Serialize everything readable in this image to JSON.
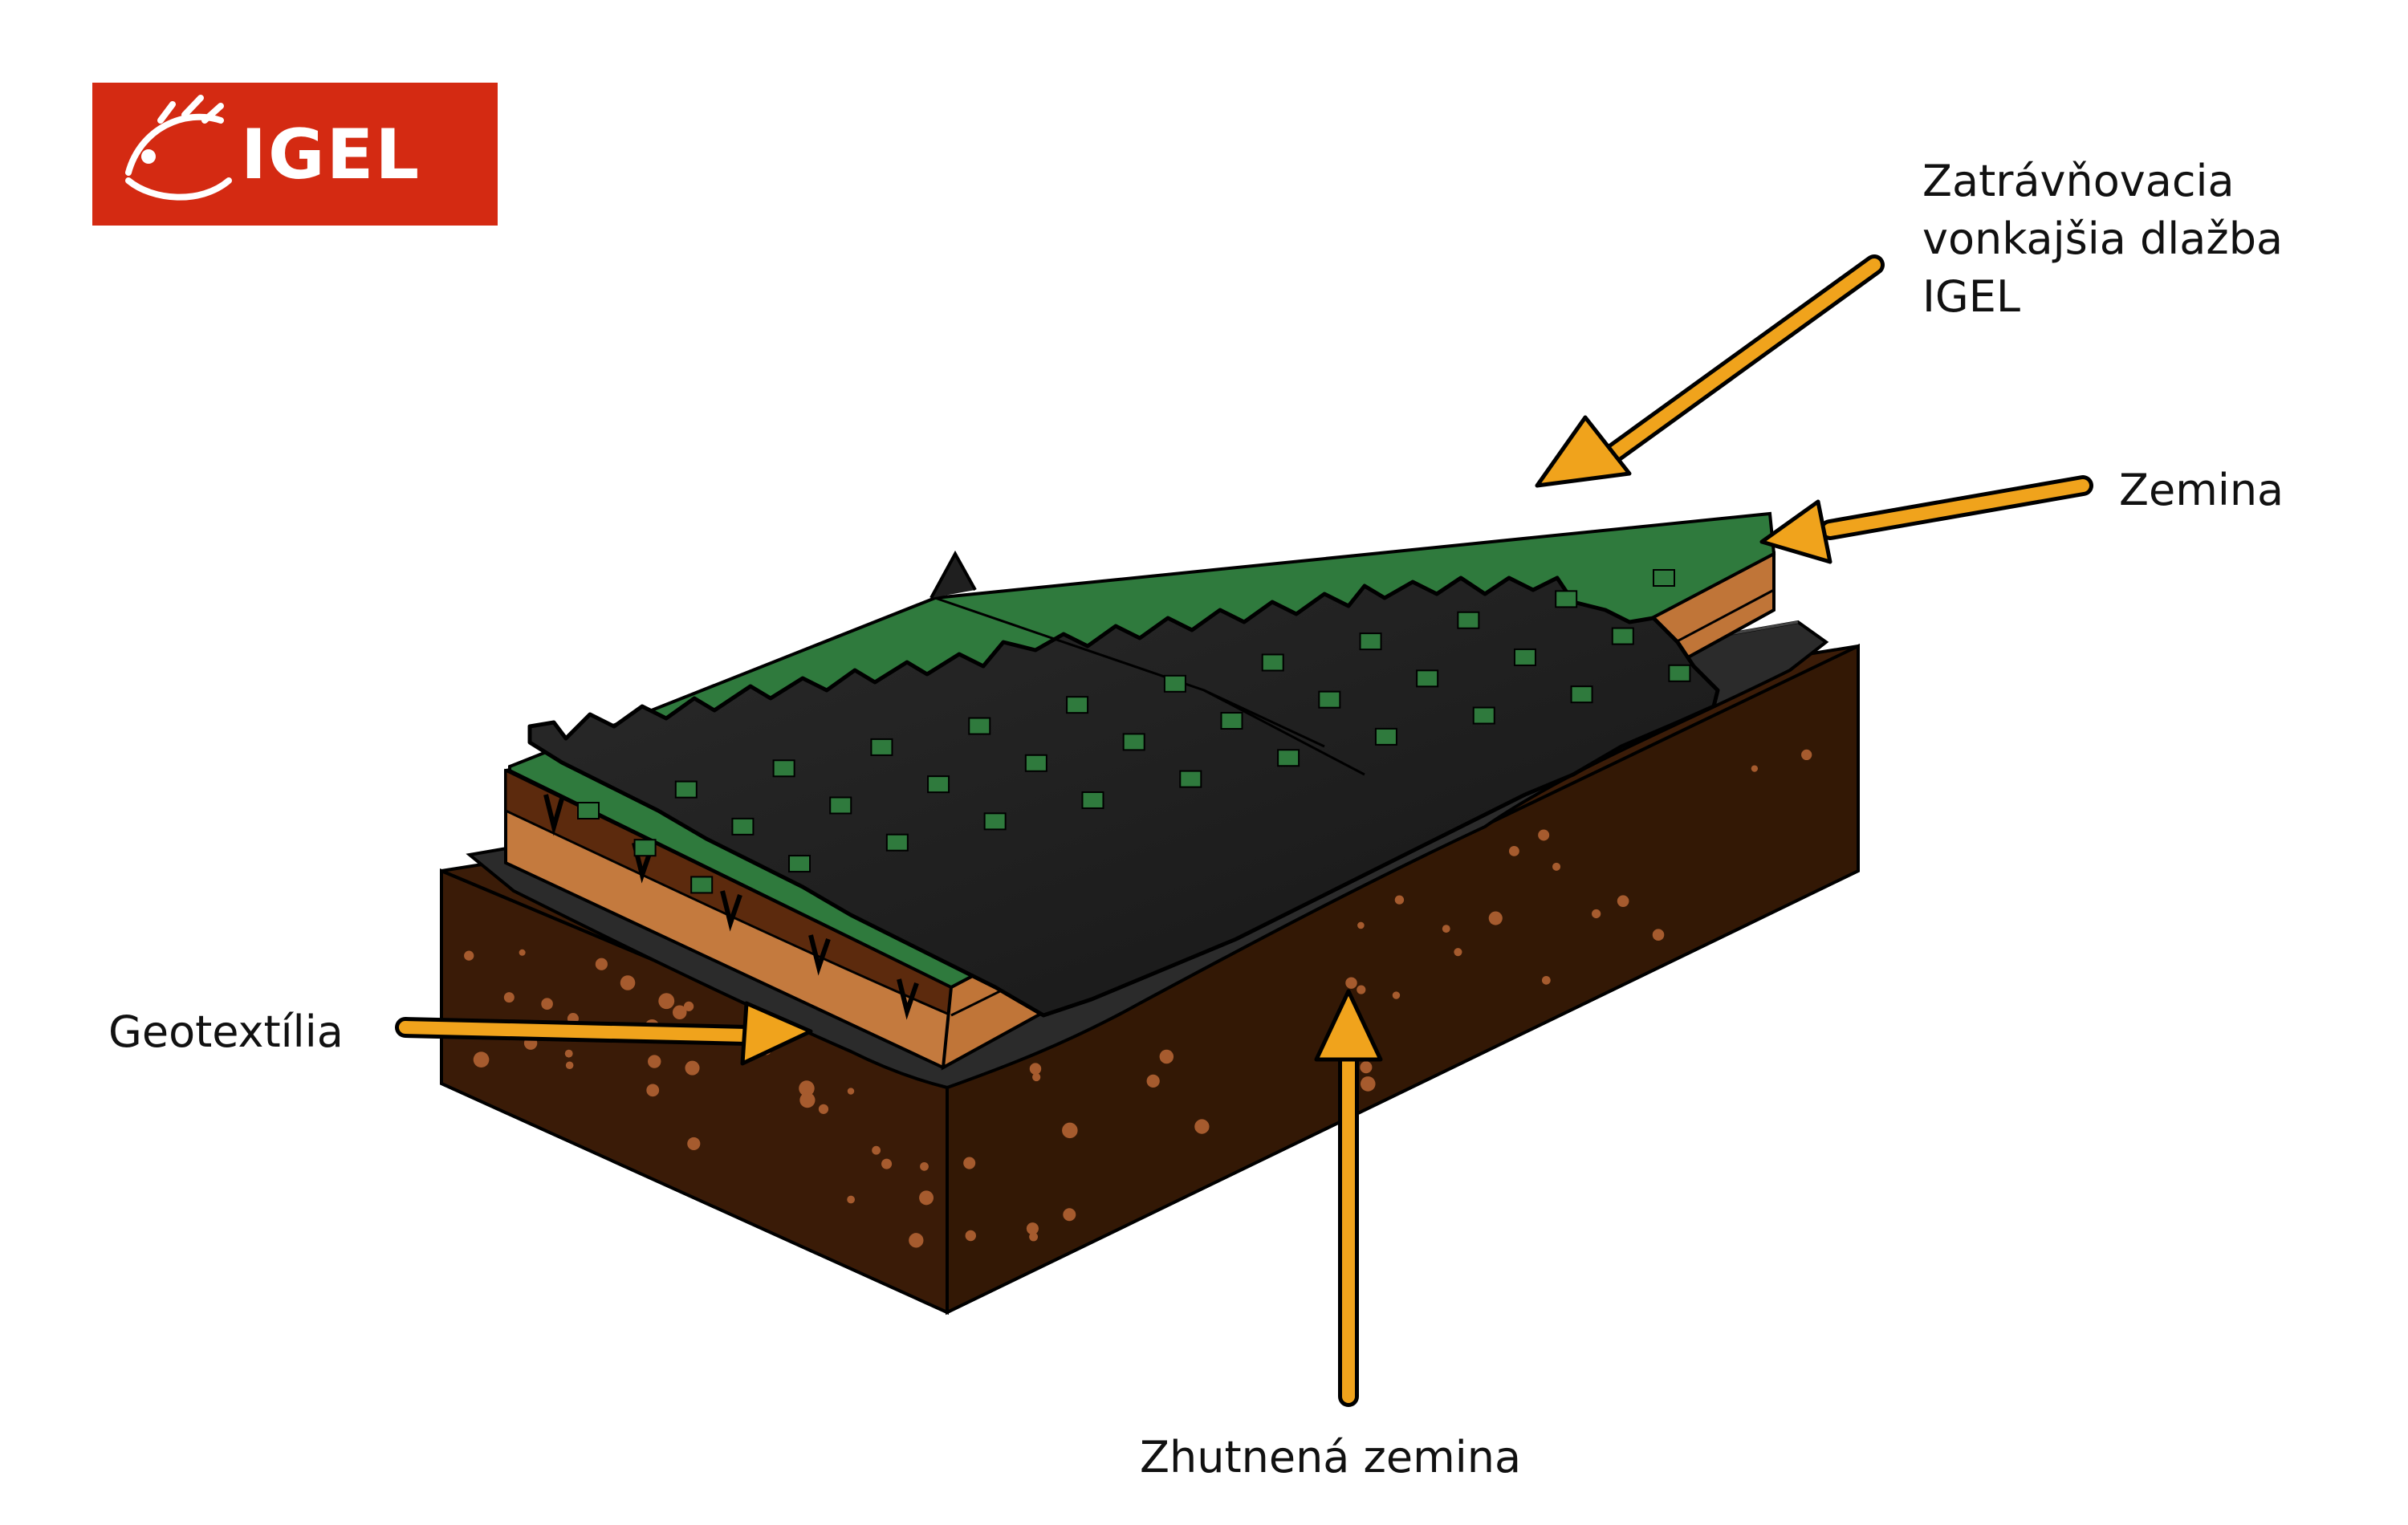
{
  "logo": {
    "text": "IGEL",
    "background_color": "#d42a12",
    "icon": "hedgehog-icon"
  },
  "labels": {
    "paver": [
      "Zatrávňovacia",
      "vonkajšia dlažba",
      "IGEL"
    ],
    "soil": "Zemina",
    "geotextile": "Geotextília",
    "compacted_soil": "Zhutnená zemina"
  },
  "colors": {
    "arrow": "#f0a31c",
    "paver": "#1f1f1f",
    "grass": "#2f7a3d",
    "soil_top": "#5c2a0d",
    "soil_side": "#c47a3e",
    "geotextile": "#2b2b2b",
    "compacted_soil": "#3b1c08"
  }
}
